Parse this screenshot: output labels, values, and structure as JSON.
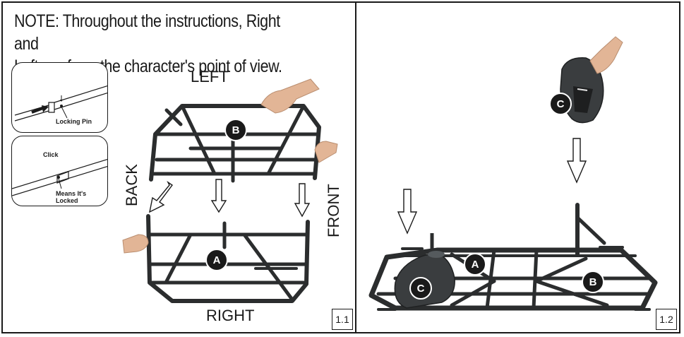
{
  "note": {
    "line1": "NOTE: Throughout the instructions, Right and",
    "line2": "Left are from the character's point of view."
  },
  "inset_top": {
    "label": "Locking Pin"
  },
  "inset_bottom": {
    "click": "Click",
    "locked_line1": "Means It's",
    "locked_line2": "Locked"
  },
  "panel_left": {
    "left": "LEFT",
    "right": "RIGHT",
    "back": "BACK",
    "front": "FRONT",
    "part_a": "A",
    "part_b": "B",
    "step": "1.1"
  },
  "panel_right": {
    "part_a": "A",
    "part_b": "B",
    "part_c_top": "C",
    "part_c_base": "C",
    "step": "1.2"
  },
  "colors": {
    "frame": "#1a1a1a",
    "tube": "#2b2d2e",
    "skin": "#e2b596",
    "arrow": "#ffffff"
  }
}
